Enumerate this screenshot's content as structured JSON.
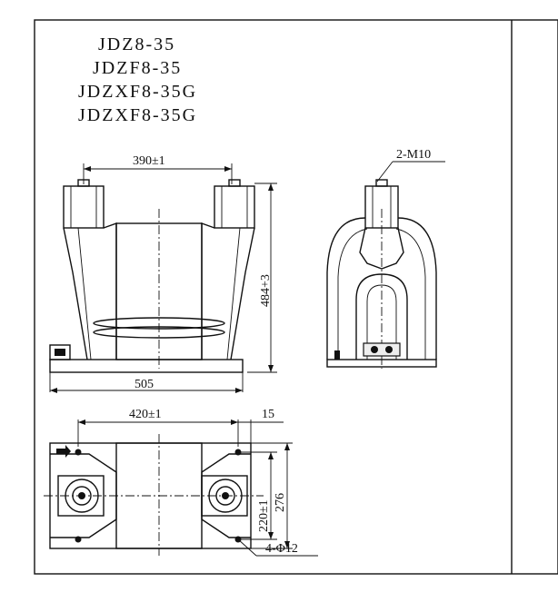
{
  "models": [
    "JDZ8-35",
    "JDZF8-35",
    "JDZXF8-35G",
    "JDZXF8-35G"
  ],
  "dimensions": {
    "terminal_spacing": "390±1",
    "height": "484+3",
    "base_length": "505",
    "thread": "2-M10",
    "mount_spacing_x": "420±1",
    "edge_offset": "15",
    "mount_spacing_y": "220±1",
    "base_width": "276",
    "holes": "4-Φ12"
  }
}
